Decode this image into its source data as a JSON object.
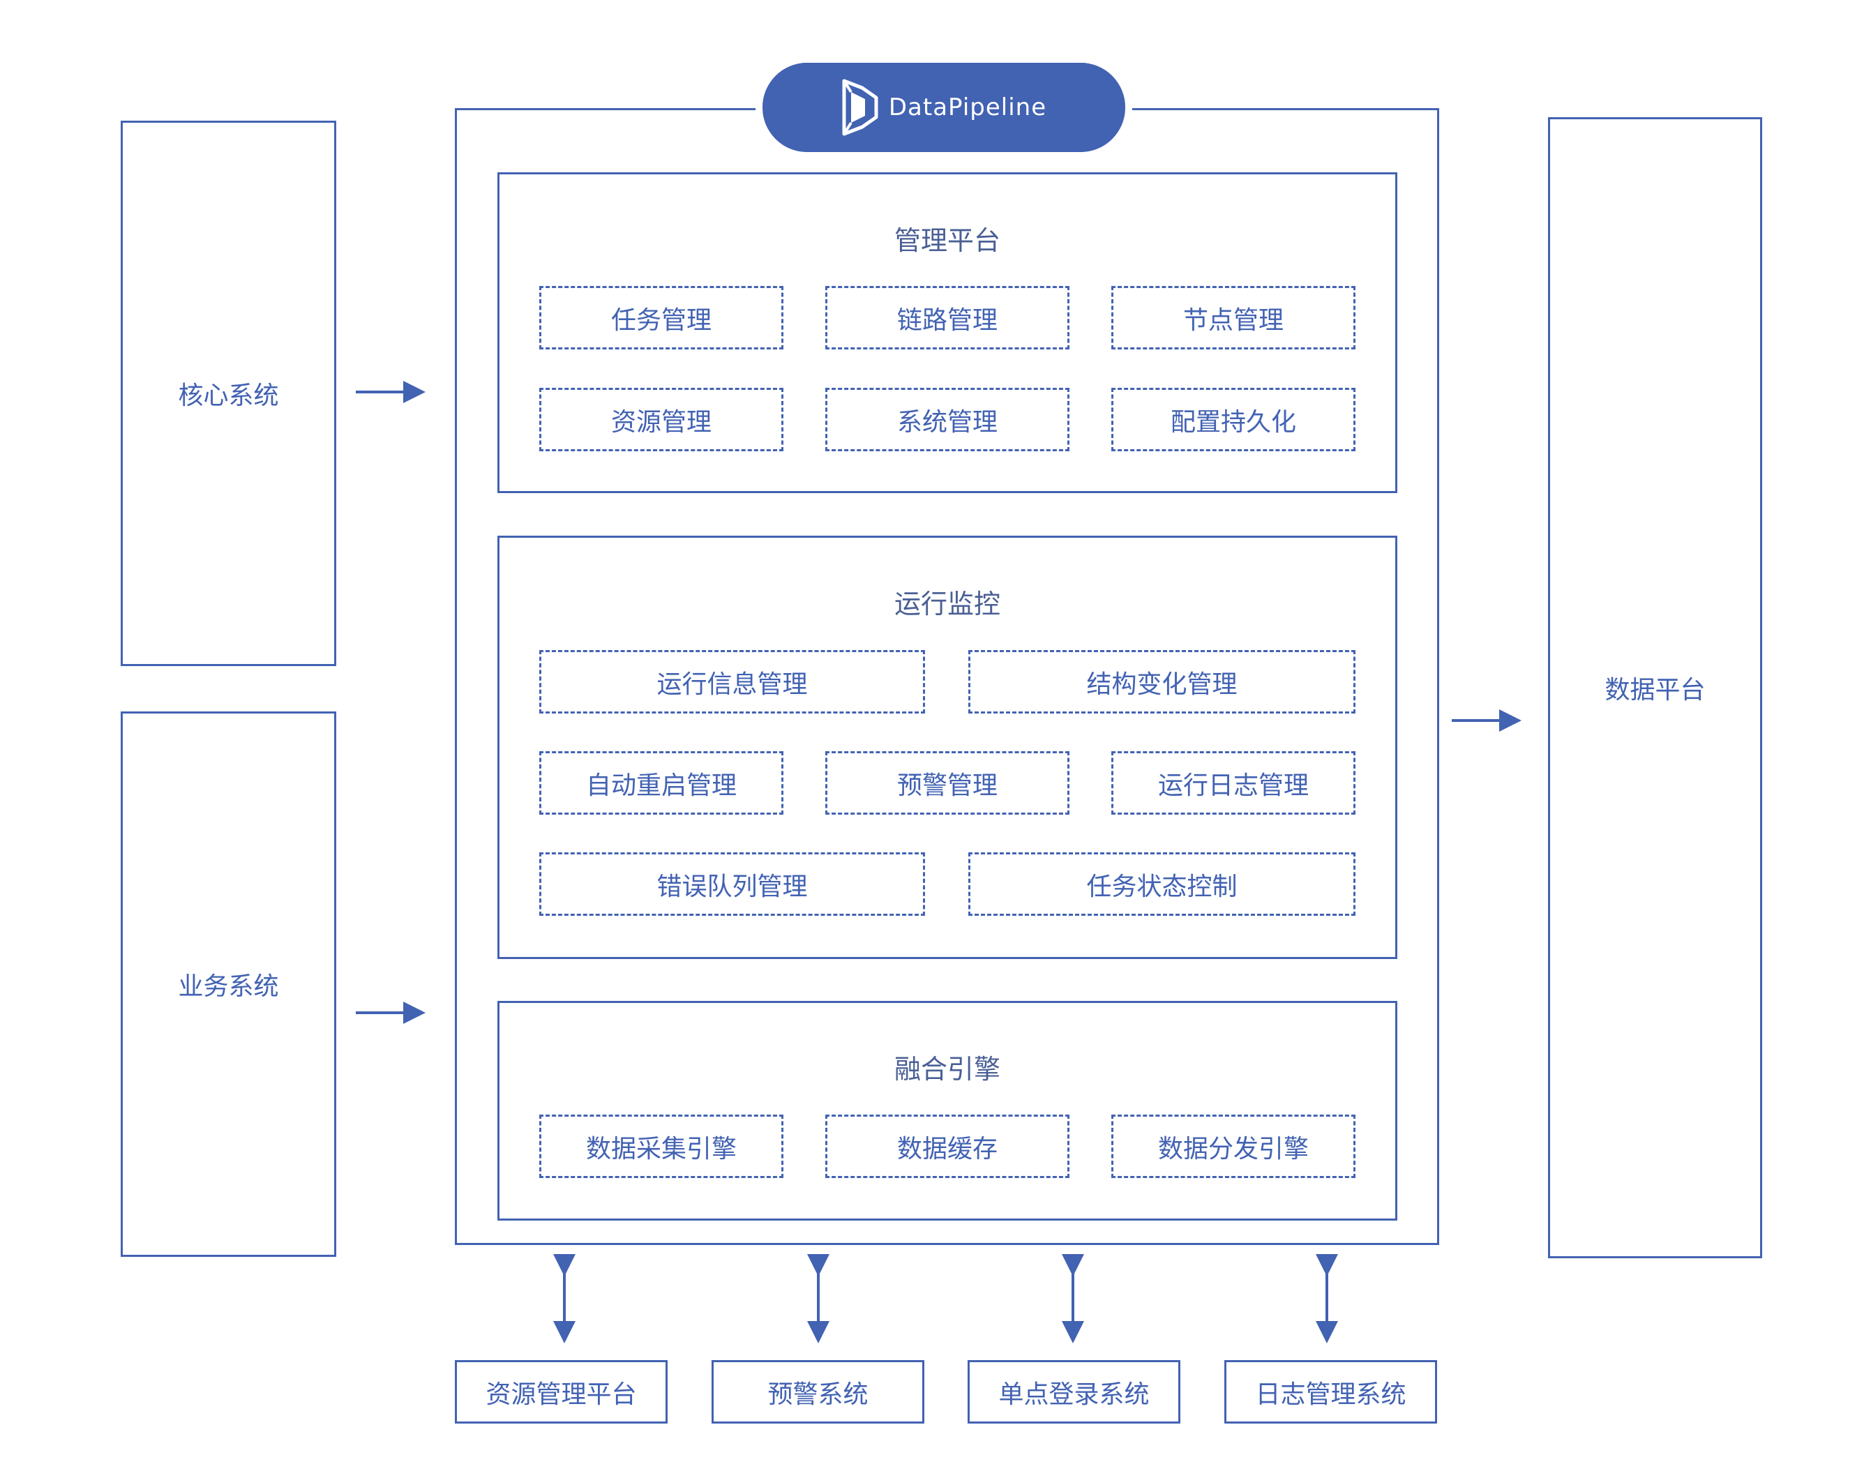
{
  "brand": {
    "name": "DataPipeline"
  },
  "left_systems": [
    "核心系统",
    "业务系统"
  ],
  "right_system": "数据平台",
  "sections": [
    {
      "title": "管理平台",
      "rows": [
        [
          "任务管理",
          "链路管理",
          "节点管理"
        ],
        [
          "资源管理",
          "系统管理",
          "配置持久化"
        ]
      ]
    },
    {
      "title": "运行监控",
      "rows": [
        [
          "运行信息管理",
          "结构变化管理"
        ],
        [
          "自动重启管理",
          "预警管理",
          "运行日志管理"
        ],
        [
          "错误队列管理",
          "任务状态控制"
        ]
      ]
    },
    {
      "title": "融合引擎",
      "rows": [
        [
          "数据采集引擎",
          "数据缓存",
          "数据分发引擎"
        ]
      ]
    }
  ],
  "bottom_systems": [
    "资源管理平台",
    "预警系统",
    "单点登录系统",
    "日志管理系统"
  ],
  "colors": {
    "accent": "#4262b2",
    "background": "#ffffff"
  }
}
